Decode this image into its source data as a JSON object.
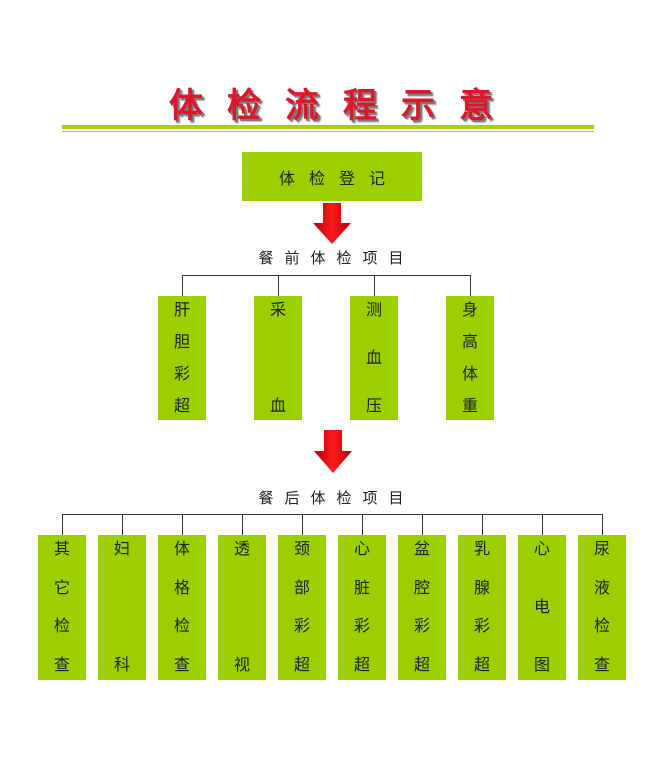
{
  "title": "体检流程示意",
  "registration": "体检登记",
  "pre_meal": {
    "label": "餐前体检项目",
    "items": [
      {
        "chars": [
          "肝",
          "胆",
          "彩",
          "超"
        ]
      },
      {
        "chars": [
          "采",
          "血"
        ]
      },
      {
        "chars": [
          "测",
          "血",
          "压"
        ]
      },
      {
        "chars": [
          "身",
          "高",
          "体",
          "重"
        ]
      }
    ]
  },
  "post_meal": {
    "label": "餐后体检项目",
    "items": [
      {
        "chars": [
          "其",
          "它",
          "检",
          "查"
        ]
      },
      {
        "chars": [
          "妇",
          "科"
        ]
      },
      {
        "chars": [
          "体",
          "格",
          "检",
          "查"
        ]
      },
      {
        "chars": [
          "透",
          "视"
        ]
      },
      {
        "chars": [
          "颈",
          "部",
          "彩",
          "超"
        ]
      },
      {
        "chars": [
          "心",
          "脏",
          "彩",
          "超"
        ]
      },
      {
        "chars": [
          "盆",
          "腔",
          "彩",
          "超"
        ]
      },
      {
        "chars": [
          "乳",
          "腺",
          "彩",
          "超"
        ]
      },
      {
        "chars": [
          "心",
          "电",
          "图"
        ]
      },
      {
        "chars": [
          "尿",
          "液",
          "检",
          "查"
        ]
      }
    ]
  },
  "colors": {
    "title": "#e0152a",
    "box": "#9bcf00",
    "rule": "#a8cd1b",
    "arrow": "#e8000c"
  }
}
